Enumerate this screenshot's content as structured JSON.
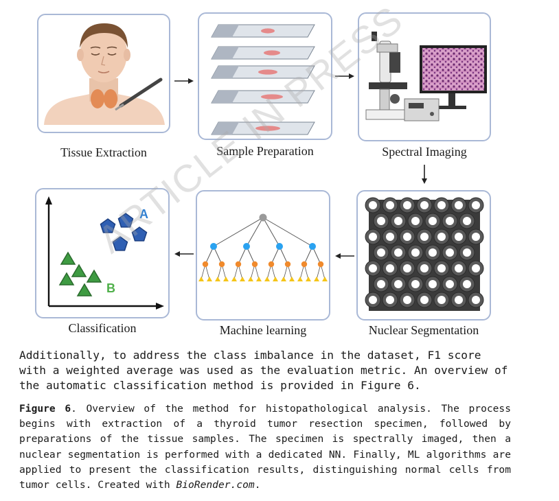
{
  "panels": {
    "tissue_extraction": "Tissue Extraction",
    "sample_preparation": "Sample Preparation",
    "spectral_imaging": "Spectral Imaging",
    "classification": "Classification",
    "machine_learning": "Machine learning",
    "nuclear_segmentation": "Nuclear Segmentation"
  },
  "class_labels": {
    "a": "A",
    "b": "B"
  },
  "watermark": "ARTICLE IN PRESS",
  "body_text": "Additionally, to address the class imbalance in the dataset, F1 score with a weighted average was used as the evaluation metric. An overview of the automatic classification method is provided in Figure 6.",
  "caption": {
    "label": "Figure 6",
    "text_before_italic": ". Overview of the method for histopathological analysis. The process begins with extraction of a thyroid tumor resection specimen, followed by preparations of the tissue samples. The specimen is spectrally imaged, then a nuclear segmentation is performed with a dedicated NN. Finally, ML algorithms are applied to present the classification results, distinguishing normal cells from tumor cells. Created with ",
    "italic": "BioRender.com",
    "text_after_italic": "."
  },
  "colors": {
    "panel_border": "#a9b8d6",
    "class_a": "#2f5fb3",
    "class_b": "#3e9b42",
    "ml_root": "#9a9a9a",
    "ml_level1": "#2aa2f0",
    "ml_level2": "#f08a2c",
    "ml_leaves": "#f5c518"
  }
}
